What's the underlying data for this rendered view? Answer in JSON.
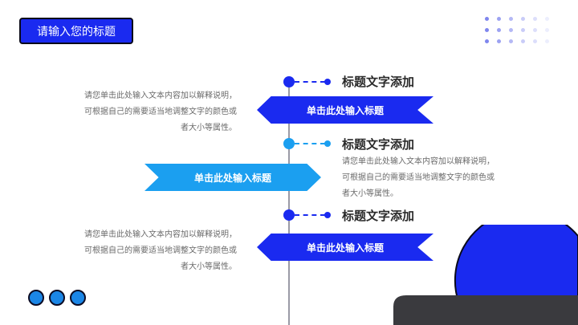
{
  "title": "请输入您的标题",
  "colors": {
    "primary": "#1a2af0",
    "accent": "#1b9ff0",
    "dark": "#3a3a3e"
  },
  "items": [
    {
      "heading": "标题文字添加",
      "ribbon": "单击此处输入标题",
      "description": "请您单击此处输入文本内容加以解释说明，可根据自己的需要适当地调整文字的颜色或者大小等属性。"
    },
    {
      "heading": "标题文字添加",
      "ribbon": "单击此处输入标题",
      "description": "请您单击此处输入文本内容加以解释说明，可根据自己的需要适当地调整文字的颜色或者大小等属性。"
    },
    {
      "heading": "标题文字添加",
      "ribbon": "单击此处输入标题",
      "description": "请您单击此处输入文本内容加以解释说明，可根据自己的需要适当地调整文字的颜色或者大小等属性。"
    }
  ]
}
